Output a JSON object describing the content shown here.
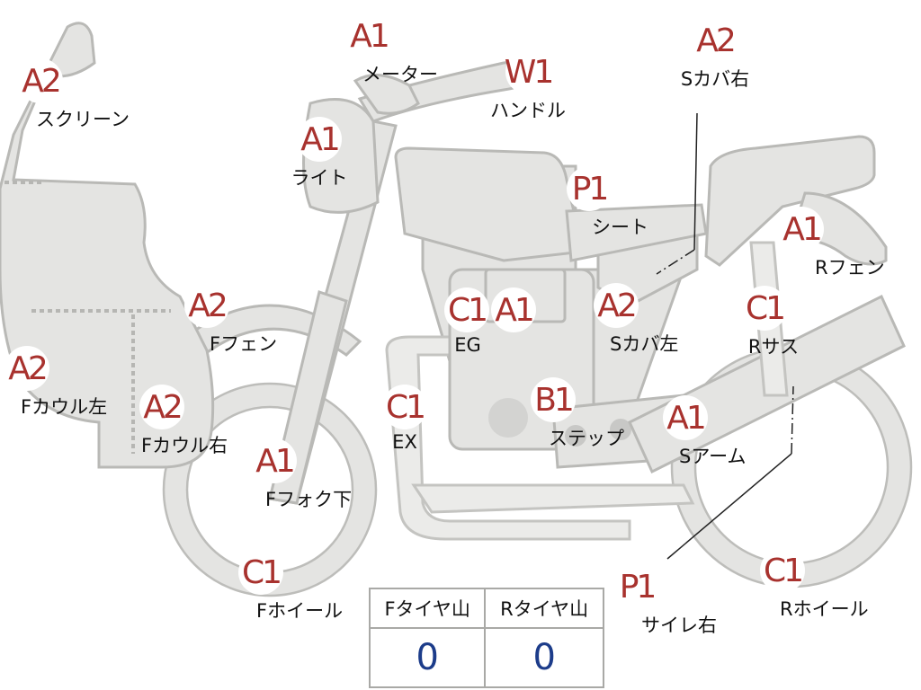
{
  "parts": {
    "screen": {
      "grade": "A2",
      "label": "スクリーン"
    },
    "meter": {
      "grade": "A1",
      "label": "メーター"
    },
    "handle": {
      "grade": "W1",
      "label": "ハンドル"
    },
    "side_cover_r": {
      "grade": "A2",
      "label": "Sカバ右"
    },
    "light": {
      "grade": "A1",
      "label": "ライト"
    },
    "seat": {
      "grade": "P1",
      "label": "シート"
    },
    "rear_fender": {
      "grade": "A1",
      "label": "Rフェン"
    },
    "front_fender": {
      "grade": "A2",
      "label": "Fフェン"
    },
    "engine": {
      "grade_1": "C1",
      "grade_2": "A1",
      "label": "EG"
    },
    "side_cover_l": {
      "grade": "A2",
      "label": "Sカバ左"
    },
    "rear_sus": {
      "grade": "C1",
      "label": "Rサス"
    },
    "cowl_l": {
      "grade": "A2",
      "label": "Fカウル左"
    },
    "cowl_r": {
      "grade": "A2",
      "label": "Fカウル右"
    },
    "exhaust": {
      "grade": "C1",
      "label": "EX"
    },
    "step": {
      "grade": "B1",
      "label": "ステップ"
    },
    "swing_arm": {
      "grade": "A1",
      "label": "Sアーム"
    },
    "fork_lower": {
      "grade": "A1",
      "label": "Fフォク下"
    },
    "front_wheel": {
      "grade": "C1",
      "label": "Fホイール"
    },
    "silencer_r": {
      "grade": "P1",
      "label": "サイレ右"
    },
    "rear_wheel": {
      "grade": "C1",
      "label": "Rホイール"
    }
  },
  "tire_table": {
    "front_header": "Fタイヤ山",
    "rear_header": "Rタイヤ山",
    "front_value": "0",
    "rear_value": "0"
  },
  "colors": {
    "grade_text": "#a8322e",
    "value_text": "#1c3c8a",
    "part_fill": "#e4e4e2"
  }
}
